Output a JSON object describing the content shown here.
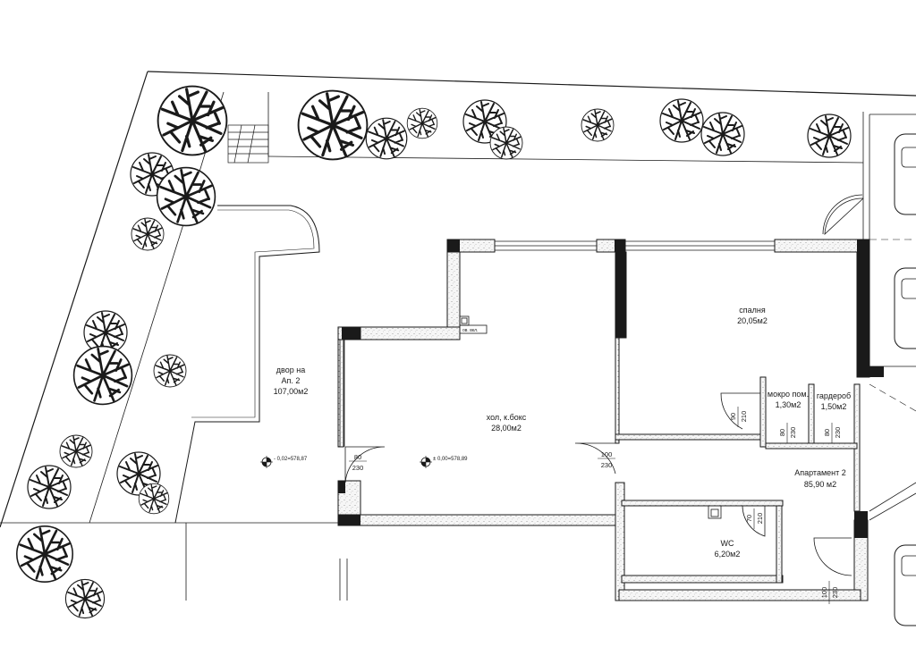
{
  "plan": {
    "rooms": {
      "yard": {
        "line1": "двор на",
        "line2": "Ап. 2",
        "line3": "107,00м2"
      },
      "living": {
        "name": "хол, к.бокс",
        "area": "28,00м2"
      },
      "bedroom": {
        "name": "спалня",
        "area": "20,05м2"
      },
      "wet_room": {
        "name": "мокро пом.",
        "area": "1,30м2"
      },
      "wardrobe": {
        "name": "гардероб",
        "area": "1,50м2"
      },
      "wc": {
        "name": "WC",
        "area": "6,20м2"
      }
    },
    "apartment": {
      "name": "Апартамент 2",
      "area": "85,90 м2"
    },
    "levels": {
      "yard": "- 0,02=578,87",
      "living": "± 0,00=578,89"
    },
    "duct_label": "ов. вкл.",
    "doors": {
      "terrace": {
        "width": "80",
        "height": "230"
      },
      "living": {
        "width": "100",
        "height": "230"
      },
      "bedroom": {
        "width": "90",
        "height": "210"
      },
      "wet_room": {
        "width": "80",
        "height": "230"
      },
      "wardrobe": {
        "width": "80",
        "height": "230"
      },
      "wc": {
        "width": "70",
        "height": "210"
      },
      "corridor": {
        "width": "100",
        "height": "230"
      }
    }
  },
  "colors": {
    "line": "#1a1a1a",
    "wall": "#f4f4f4",
    "background": "#ffffff"
  },
  "icons": [
    "tree-icon",
    "level-marker-icon",
    "car-icon"
  ]
}
